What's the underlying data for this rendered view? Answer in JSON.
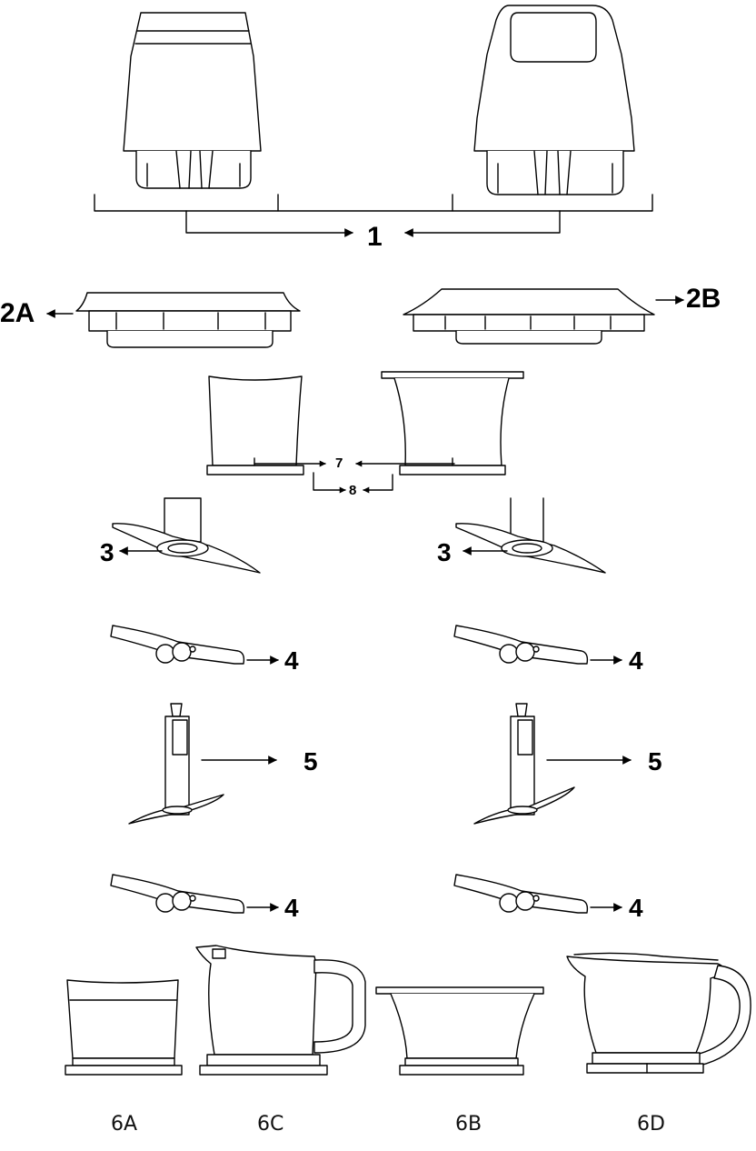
{
  "labels": {
    "motor_unit": "1",
    "lid_a": "2A",
    "lid_b": "2B",
    "blade_left": "3",
    "blade_right": "3",
    "pin_row1_left": "4",
    "pin_row1_right": "4",
    "shaft_left": "5",
    "shaft_right": "5",
    "pin_row2_left": "4",
    "pin_row2_right": "4",
    "ring": "7",
    "base": "8"
  },
  "captions": {
    "bowl_6a": "6A",
    "jug_6c": "6C",
    "bowl_6b": "6B",
    "jug_6d": "6D"
  },
  "colors": {
    "line": "#000000",
    "fill": "#ffffff",
    "shade": "#f2f2f2"
  }
}
